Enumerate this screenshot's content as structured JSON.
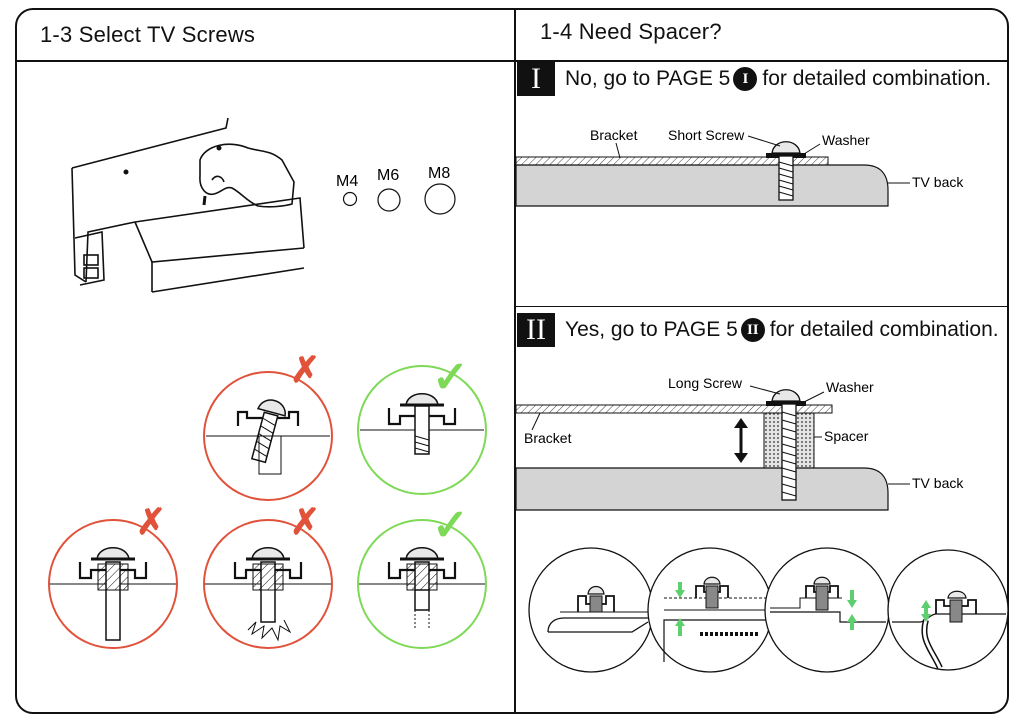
{
  "left_panel": {
    "title": "1-3 Select TV Screws",
    "screw_sizes": [
      "M4",
      "M6",
      "M8"
    ]
  },
  "right_panel": {
    "title": "1-4 Need Spacer?",
    "option_1": {
      "numeral": "I",
      "text_before": "No, go to PAGE 5",
      "text_after": "for detailed combination.",
      "labels": {
        "bracket": "Bracket",
        "screw": "Short Screw",
        "washer": "Washer",
        "tv_back": "TV back"
      }
    },
    "option_2": {
      "numeral": "II",
      "text_before": "Yes, go to PAGE 5",
      "text_after": "for detailed combination.",
      "labels": {
        "bracket": "Bracket",
        "screw": "Long Screw",
        "washer": "Washer",
        "spacer": "Spacer",
        "tv_back": "TV back"
      }
    }
  },
  "colors": {
    "wrong": "#e0523a",
    "correct": "#7ed957",
    "tv_back": "#d4d4d4",
    "accent_arrow": "#5ecf6e"
  },
  "icons": [
    "cross-mark-icon",
    "check-mark-icon",
    "double-arrow-icon"
  ]
}
